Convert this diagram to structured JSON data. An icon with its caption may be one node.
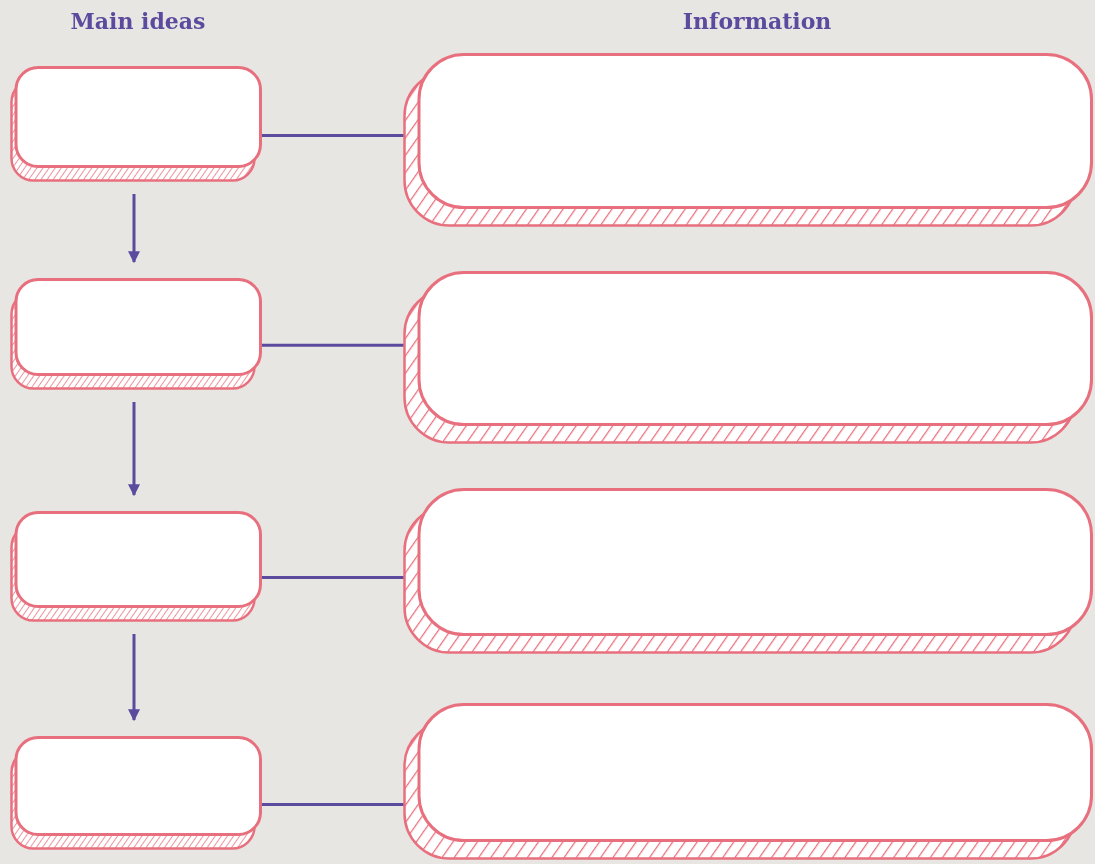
{
  "diagram": {
    "nodes": [
      {
        "text": [],
        "shape": "box"
      },
      {
        "text": [],
        "shape": "box"
      },
      {
        "text": [],
        "shape": "box"
      },
      {
        "text": [],
        "shape": "box"
      },
      {
        "text": [],
        "shape": "box"
      },
      {
        "text": [],
        "shape": "box"
      },
      {
        "text": [],
        "shape": "box"
      },
      {
        "text": [],
        "shape": "box"
      }
    ],
    "edges": [
      {
        "from": 0,
        "to": 1,
        "arrow": "none"
      },
      {
        "from": 0,
        "to": 2,
        "arrow": "to"
      },
      {
        "from": 2,
        "to": 3,
        "arrow": "none"
      },
      {
        "from": 2,
        "to": 4,
        "arrow": "to"
      },
      {
        "from": 4,
        "to": 5,
        "arrow": "none"
      },
      {
        "from": 4,
        "to": 6,
        "arrow": "to"
      },
      {
        "from": 6,
        "to": 7,
        "arrow": "none"
      }
    ],
    "labels": [
      "Main ideas",
      "Information"
    ]
  }
}
